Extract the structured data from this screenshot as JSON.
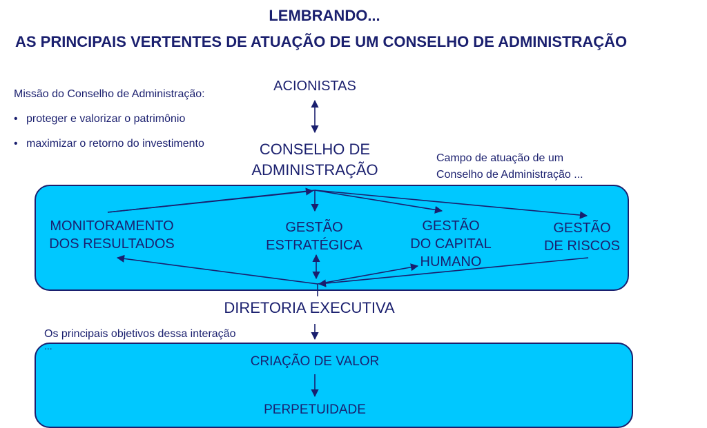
{
  "header": {
    "title_line1": "LEMBRANDO...",
    "title_line2": "AS PRINCIPAIS VERTENTES DE ATUAÇÃO DE UM CONSELHO DE ADMINISTRAÇÃO"
  },
  "mission": {
    "title": "Missão do Conselho de Administração:",
    "items": [
      "proteger e valorizar o patrimônio",
      "maximizar o retorno do investimento"
    ]
  },
  "nodes": {
    "acionistas": "ACIONISTAS",
    "conselho_line1": "CONSELHO DE",
    "conselho_line2": "ADMINISTRAÇÃO",
    "monitoramento_line1": "MONITORAMENTO",
    "monitoramento_line2": "DOS RESULTADOS",
    "gestao_estrategica_line1": "GESTÃO",
    "gestao_estrategica_line2": "ESTRATÉGICA",
    "gestao_capital_line1": "GESTÃO",
    "gestao_capital_line2": "DO CAPITAL",
    "gestao_capital_line3": "HUMANO",
    "gestao_riscos_line1": "GESTÃO",
    "gestao_riscos_line2": "DE RISCOS",
    "diretoria": "DIRETORIA EXECUTIVA",
    "criacao_valor": "CRIAÇÃO DE VALOR",
    "perpetuidade": "PERPETUIDADE"
  },
  "notes": {
    "campo_line1": "Campo de atuação de um",
    "campo_line2": "Conselho de Administração ...",
    "objetivos_line1": "Os principais objetivos dessa interação",
    "objetivos_line2": "..."
  },
  "colors": {
    "panel_fill": "#00c8ff",
    "text_navy": "#1a1f6e"
  }
}
